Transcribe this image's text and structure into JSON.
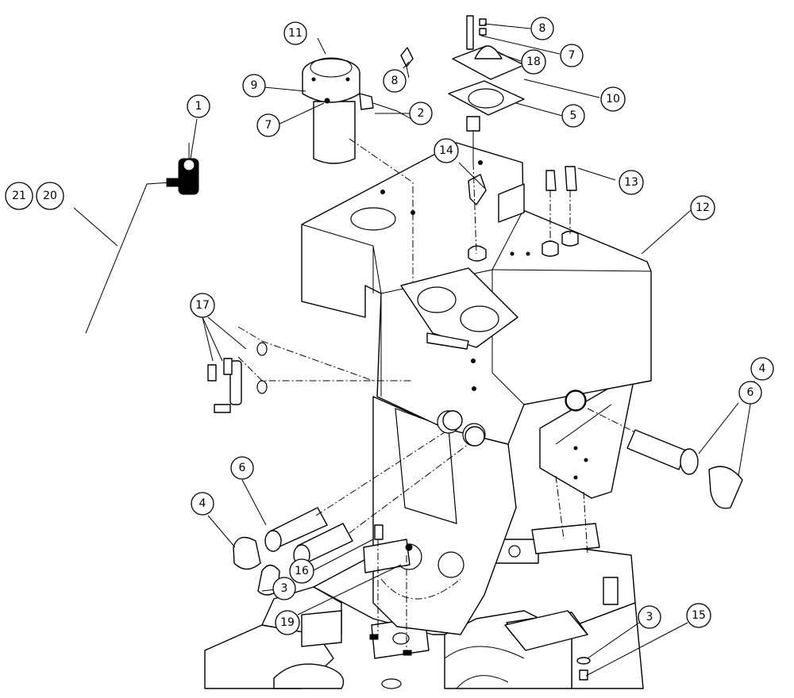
{
  "callouts": {
    "c1": "1",
    "c2": "2",
    "c3a": "3",
    "c3b": "3",
    "c4a": "4",
    "c4b": "4",
    "c5": "5",
    "c6a": "6",
    "c6b": "6",
    "c7a": "7",
    "c7b": "7",
    "c8a": "8",
    "c8b": "8",
    "c9": "9",
    "c10": "10",
    "c11": "11",
    "c12": "12",
    "c13": "13",
    "c14": "14",
    "c15": "15",
    "c16": "16",
    "c17": "17",
    "c18": "18",
    "c19": "19",
    "c20": "20",
    "c21": "21"
  }
}
